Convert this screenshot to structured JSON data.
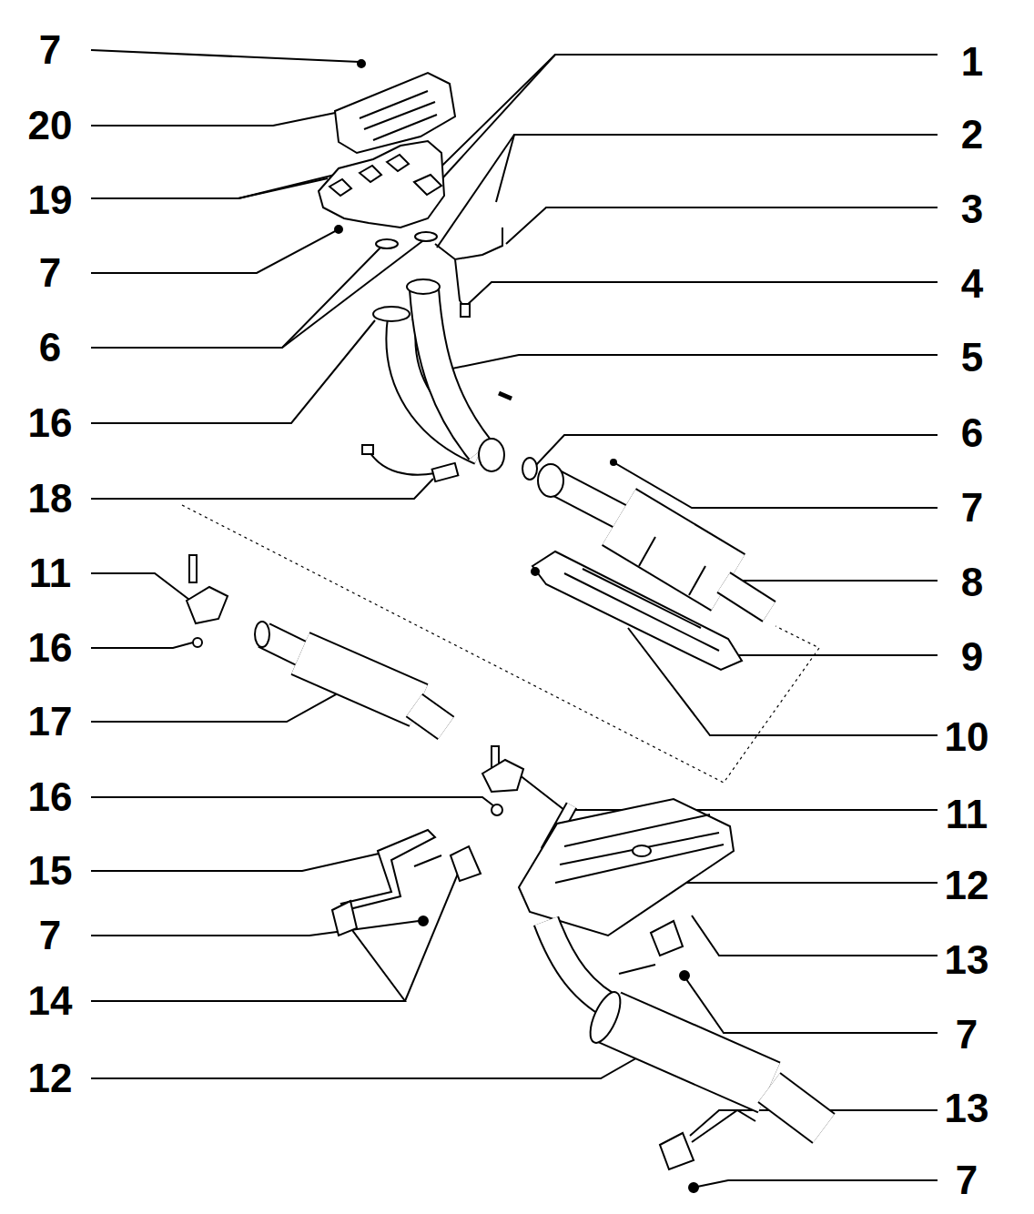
{
  "diagram": {
    "labels": [
      "7",
      "1",
      "20",
      "2",
      "19",
      "3",
      "7",
      "4",
      "6",
      "5",
      "16",
      "6",
      "18",
      "7",
      "11",
      "8",
      "16",
      "9",
      "17",
      "10",
      "16",
      "11",
      "15",
      "12",
      "7",
      "13",
      "14",
      "7",
      "12",
      "13",
      "7"
    ]
  }
}
